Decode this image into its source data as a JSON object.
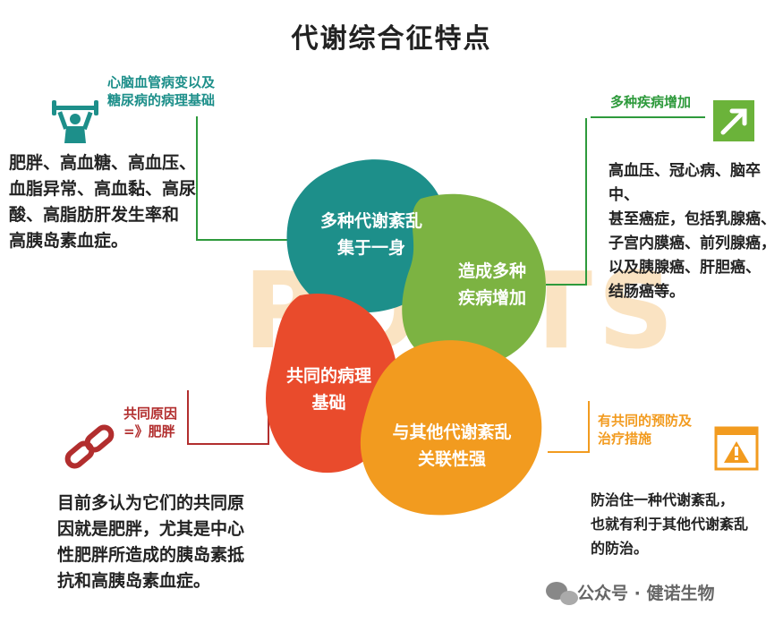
{
  "title": "代谢综合征特点",
  "watermark_letters": "ROOTS",
  "colors": {
    "teal": "#1d8f8a",
    "green": "#7cb342",
    "orange": "#f29b1f",
    "red": "#e94b2c",
    "dark_green": "#2e9a3c",
    "dark_red": "#b22e2e"
  },
  "circles": {
    "teal": "多种代谢紊乱\n集于一身",
    "green": "造成多种\n疾病增加",
    "red": "共同的病理\n基础",
    "orange": "与其他代谢紊乱\n关联性强"
  },
  "top_left": {
    "caption": "心脑血管病变以及\n糖尿病的病理基础",
    "icon": "weightlifter-icon",
    "body": "肥胖、高血糖、高血压、\n血脂异常、高血黏、高尿\n酸、高脂肪肝发生率和\n高胰岛素血症。"
  },
  "top_right": {
    "caption": "多种疾病增加",
    "icon": "arrow-up-right-icon",
    "body": "高血压、冠心病、脑卒中、\n甚至癌症，包括乳腺癌、\n子宫内膜癌、前列腺癌，\n以及胰腺癌、肝胆癌、\n结肠癌等。"
  },
  "bottom_left": {
    "caption": "共同原因\n=》肥胖",
    "icon": "chain-link-icon",
    "body": "目前多认为它们的共同原\n因就是肥胖，尤其是中心\n性肥胖所造成的胰岛素抵\n抗和高胰岛素血症。"
  },
  "bottom_right": {
    "caption": "有共同的预防及\n治疗措施",
    "icon": "warning-window-icon",
    "body": "防治住一种代谢紊乱，\n也就有利于其他代谢紊乱\n的防治。"
  },
  "footer": "公众号 · 健诺生物"
}
